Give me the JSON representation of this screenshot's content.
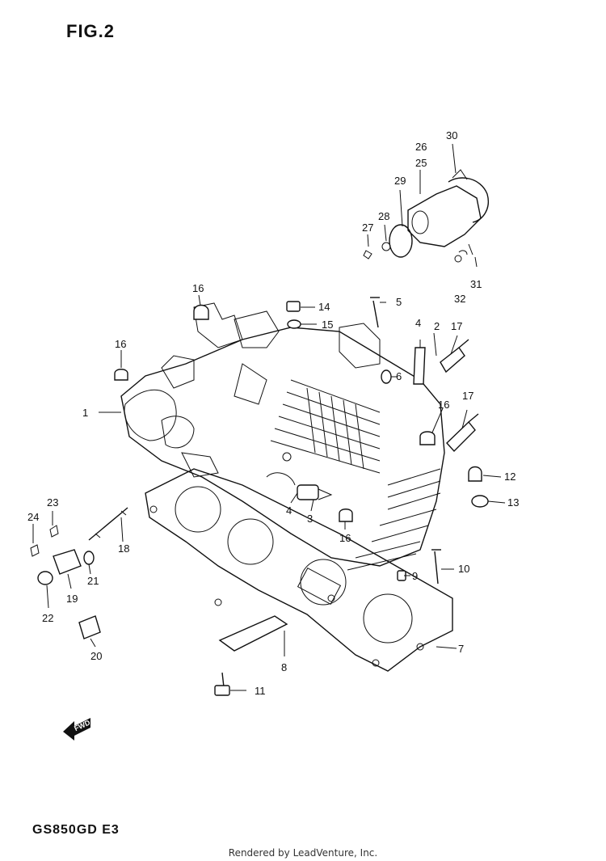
{
  "figure": {
    "title": "FIG.2"
  },
  "footer": {
    "model": "GS850GD E3",
    "credit": "Rendered by LeadVenture, Inc."
  },
  "forward_arrow": {
    "label": "FWD"
  },
  "callouts": [
    "1",
    "2",
    "3",
    "4",
    "5",
    "6",
    "7",
    "8",
    "9",
    "10",
    "11",
    "12",
    "13",
    "14",
    "15",
    "16",
    "17",
    "18",
    "19",
    "20",
    "21",
    "22",
    "23",
    "24",
    "25",
    "26",
    "27",
    "28",
    "29",
    "30",
    "31",
    "32"
  ]
}
